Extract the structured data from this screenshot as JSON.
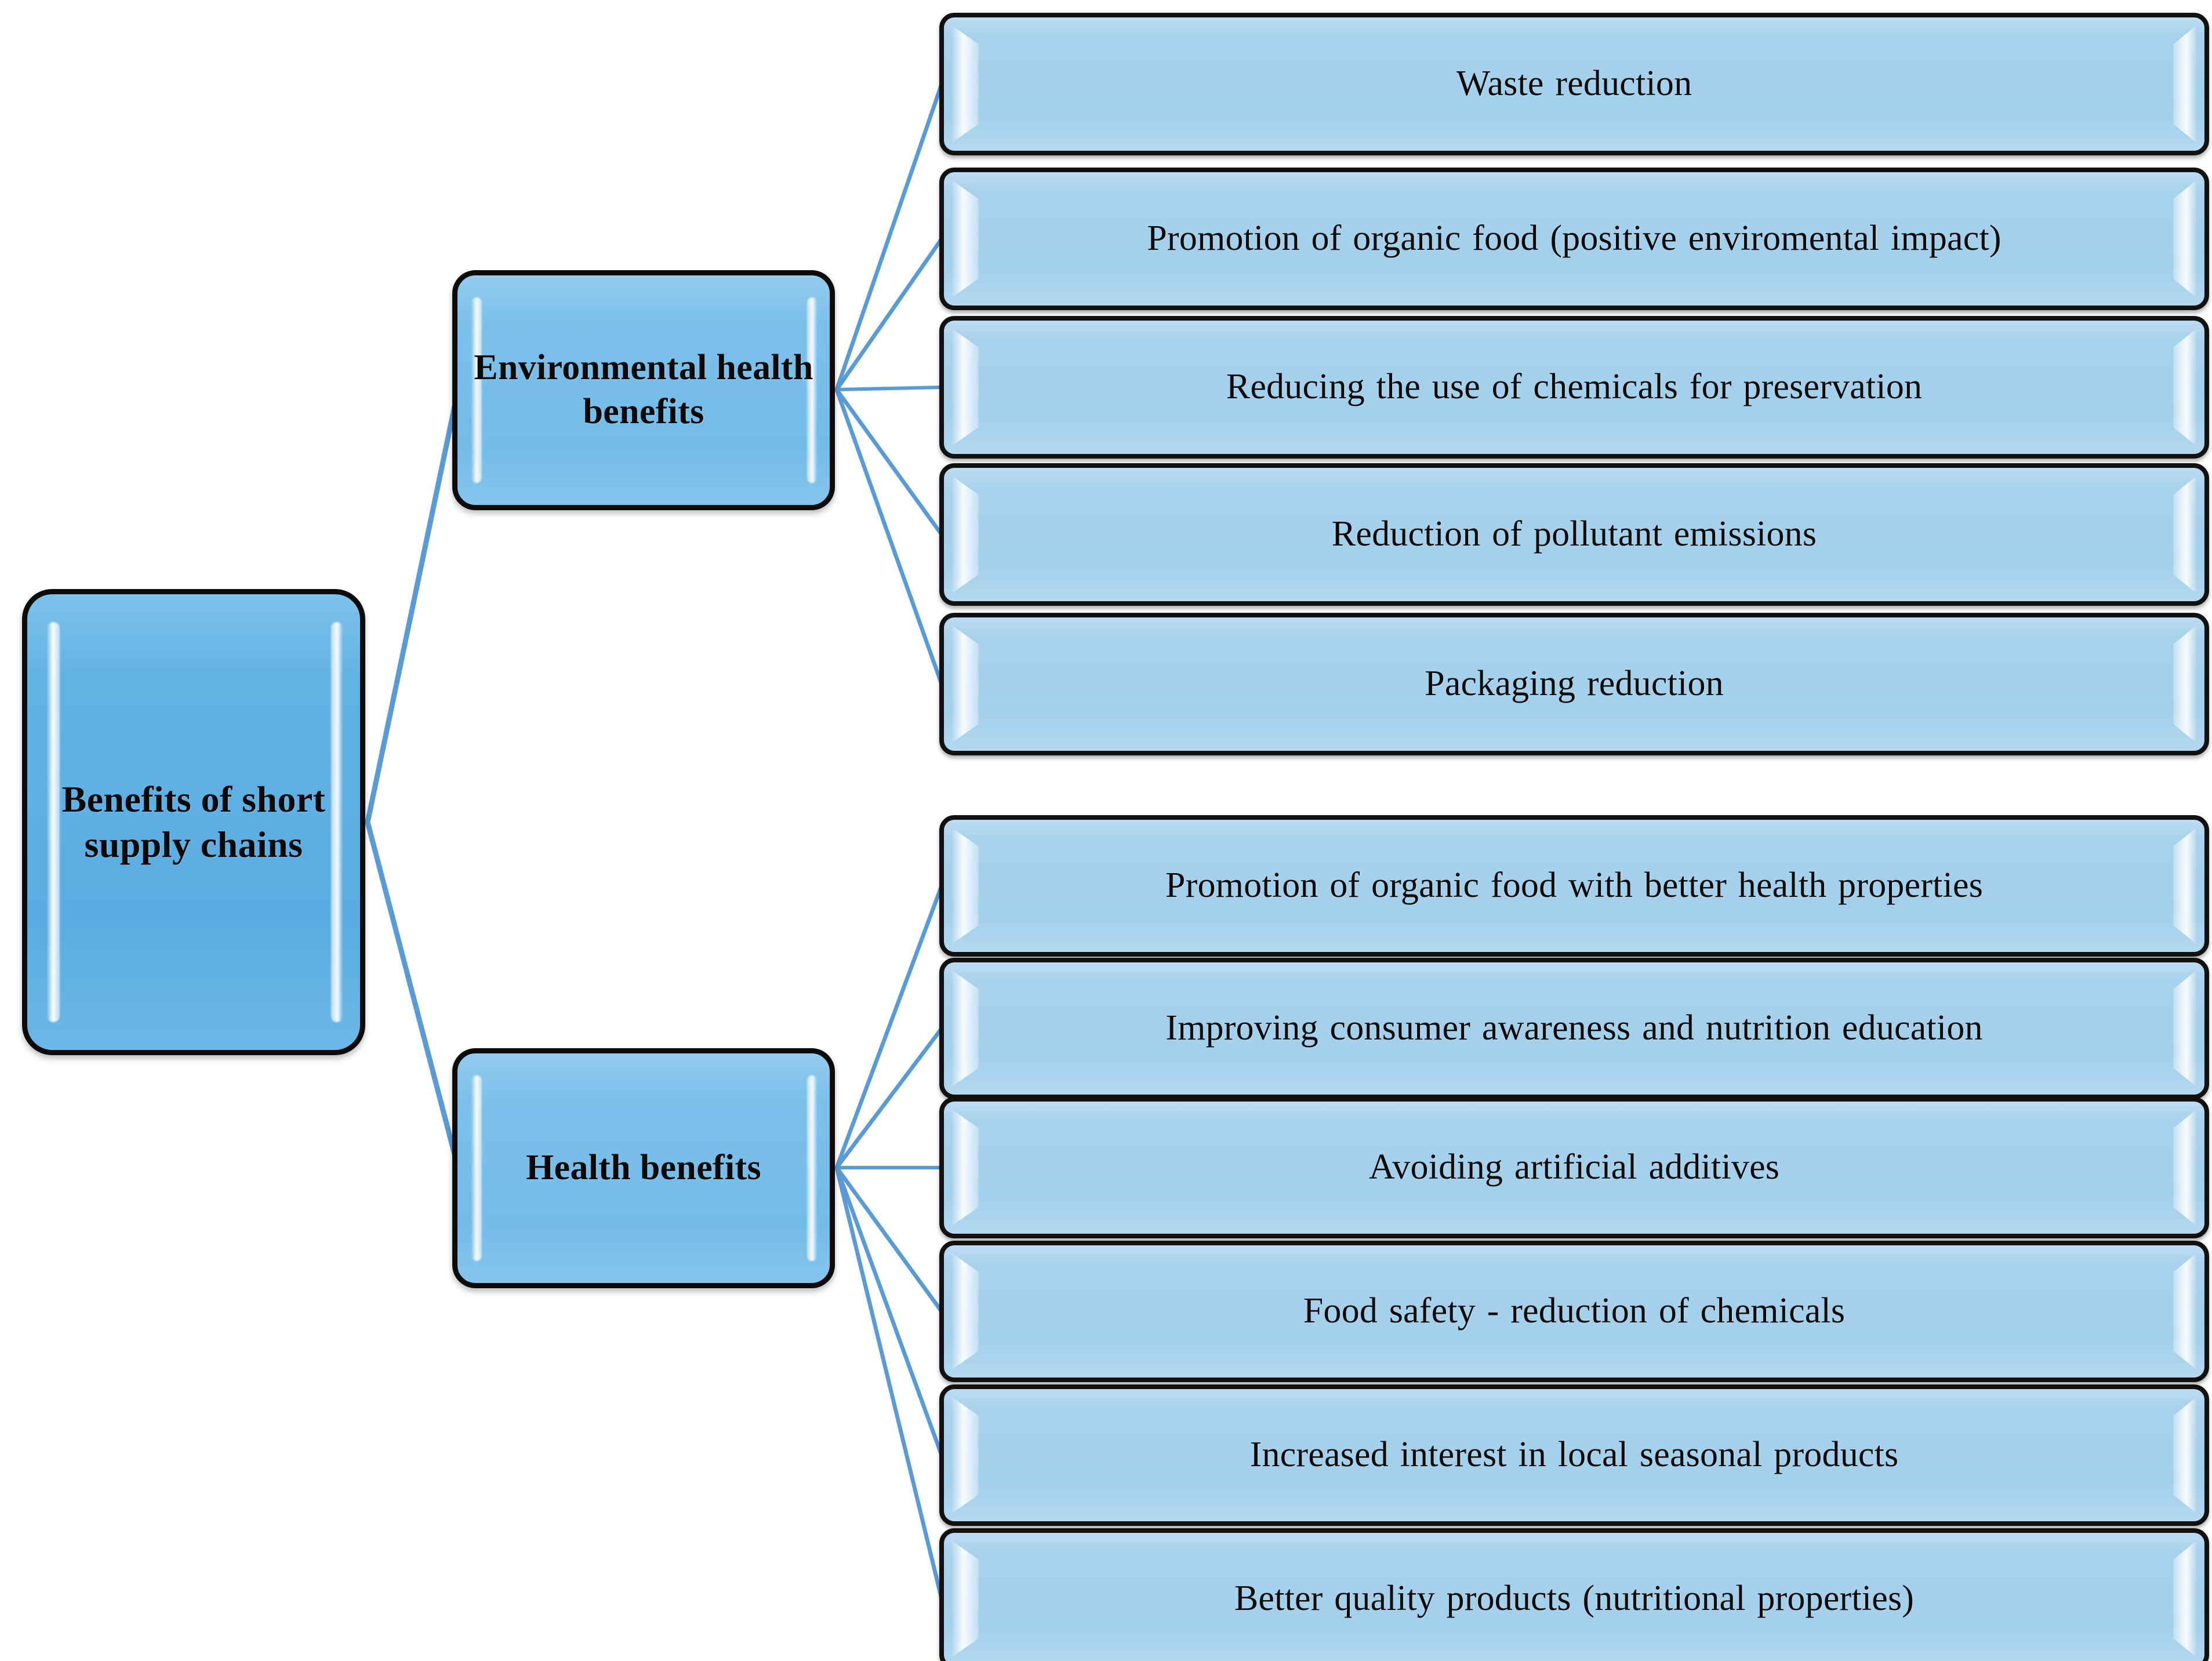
{
  "diagram": {
    "type": "tree",
    "root": {
      "label": "Benefits of short supply chains"
    },
    "branches": [
      {
        "id": "environmental",
        "label": "Environmental health benefits",
        "children": [
          "Waste reduction",
          "Promotion of organic food (positive enviromental impact)",
          "Reducing the use of chemicals for preservation",
          "Reduction of pollutant emissions",
          "Packaging reduction"
        ]
      },
      {
        "id": "health",
        "label": "Health benefits",
        "children": [
          "Promotion of organic food with better health properties",
          "Improving consumer awareness and nutrition education",
          "Avoiding artificial additives",
          "Food safety - reduction of chemicals",
          "Increased interest in local seasonal products",
          "Better quality products (nutritional properties)"
        ]
      }
    ],
    "colors": {
      "root_fill": "#63b2e4",
      "branch_fill": "#7cc0ea",
      "leaf_fill": "#a9d2ec",
      "border": "#0b0b0b",
      "connector": "#5b9bd5",
      "text": "#0a0a0a",
      "background": "#ffffff"
    }
  }
}
